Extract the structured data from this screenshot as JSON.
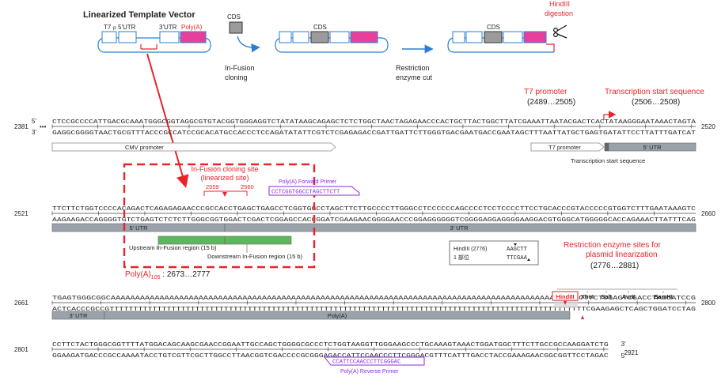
{
  "colors": {
    "red": "#e8242a",
    "purple": "#8a2be2",
    "pink": "#e8409a",
    "green": "#5cb85c",
    "blue": "#2a7fd4",
    "gray": "#9aa3ab",
    "dark": "#222222"
  },
  "top": {
    "title": "Linearized Template Vector",
    "t7": "T7",
    "p": "p",
    "utr5": "5'UTR",
    "utr3": "3'UTR",
    "polya": "Poly(A)",
    "cds1": "CDS",
    "cds2": "CDS",
    "cds3": "CDS",
    "infusion1": "In-Fusion",
    "infusion2": "cloning",
    "restriction1": "Restriction",
    "restriction2": "enzyme cut",
    "hind1": "HindIII",
    "hind2": "digestion"
  },
  "blocks": [
    {
      "start": "2381",
      "end": "2520",
      "five": "5'",
      "three": "3'",
      "dots": "•••",
      "top_seq": "CTCCGCCCCATTGACGCAAATGGGCGGTAGGCGTGTACGGTGGGAGGTCTATATAAGCAGAGCTCTCTGGCTAACTAGAGAACCCACTGCTTACTGGCTTATCGAAATTAATACGACTCACTATAAGGGAATAAACTAGTA",
      "bot_seq": "GAGGCGGGGTAACTGCGTTTACCCGCCATCCGCACATGCCACCCTCCAGATATATTCGTCTCGAGAGACCGATTGATTCTTGGGTGACGAATGACCGAATAGCTTTAATTATGCTGAGTGATATTCCTTATTTGATCAT",
      "features": [
        "CMV promoter",
        "T7 promoter",
        "5' UTR",
        "Transcription start sequence"
      ],
      "annotations": {
        "t7_title": "T7 promoter",
        "t7_range": "(2489…2505)",
        "tss_title": "Transcription start sequence",
        "tss_range": "(2506…2508)"
      }
    },
    {
      "start": "2521",
      "end": "2660",
      "top_seq": "TTCTTCTGGTCCCCACAGACTCAGAGAGAACCCGCCACCTGAGCTGAGCCTCGGTGGCCTAGCTTCTTGCCCCTTGGGCCTCCCCCCAGCCCCTCCTCCCCTTCCTGCACCCGTACCCCCGTGGTCTTTGAATAAAGTC",
      "bot_seq": "AAGAAGACCAGGGGTGTCTGAGTCTCTCTTGGGCGGTGGACTCGACTCGGAGCCACCGGATCGAAGAACGGGGAACCCGGAGGGGGGTCGGGGAGGAGGGGAAGGACGTGGGCATGGGGGCACCAGAAACTTATTTCAG",
      "features": [
        "5' UTR",
        "3' UTR",
        "Upstream In-Fusion region (15 b)",
        "Downstream In-Fusion region (15 b)"
      ],
      "annotations": {
        "site_title": "In-Fusion cloning site",
        "site_sub": "(linearized site)",
        "left_pos": "2559",
        "right_pos": "2560",
        "primer_label": "Poly(A) Forward Primer",
        "primer_seq": "CCTCGGTGGCCTAGCTTCTT"
      }
    },
    {
      "start": "2661",
      "end": "2800",
      "top_seq": "TGAGTGGGCGGCAAAAAAAAAAAAAAAAAAAAAAAAAAAAAAAAAAAAAAAAAAAAAAAAAAAAAAAAAAAAAAAAAAAAAAAAAAAAAAAAAAAAAAAAAAAAAAAGCTTCTCGAGTCGACCTAGGATCCG",
      "bot_seq": "ACTCACCCGCCGTTTTTTTTTTTTTTTTTTTTTTTTTTTTTTTTTTTTTTTTTTTTTTTTTTTTTTTTTTTTTTTTTTTTTTTTTTTTTTTTTTTTTTTTTTTTTTTTTTTTCGAAGAGCTCAGCTGGATCCTAG",
      "features": [
        "3' UTR",
        "Poly(A)"
      ],
      "annotations": {
        "polya_prefix": "Poly(A)",
        "polya_sub": "105",
        "polya_range": " : 2673…2777",
        "hind_box_title": "HindIII  (2776)",
        "hind_box_sub": "1 部位",
        "hind_box_top": "AAGCTT",
        "hind_box_bot": "TTCGAA",
        "rs_title1": "Restriction enzyme sites for",
        "rs_title2": "plasmid linearization",
        "rs_range": "(2776…2881)",
        "enzymes": [
          "HindIII",
          "XhoI",
          "SalI",
          "AvrII",
          "BamHI"
        ]
      }
    },
    {
      "start": "2801",
      "end": "2921",
      "three_end": "3'",
      "five_end": "5'",
      "top_seq": "CCTTCTACTGGGCGGTTTTATGGACAGCAAGCGAACCGGAATTGCCAGCTGGGGCGCCCTCTGGTAAGGTTGGGAAGCCCTGCAAAGTAAACTGGATGGCTTTCTTGCCGCCAAGGATCTG",
      "bot_seq": "GGAAGATGACCCGCCAAAATACCTGTCGTTCGCTTGGCCTTAACGGTCGACCCCGCGGGAGACCATTCCAACCCTTCGGGACGTTTCATTTGACCTACCGAAAGAACGGCGGTTCCTAGAC",
      "features": [],
      "annotations": {
        "primer_label": "Poly(A) Reverse Primer",
        "primer_seq": "CCATTCCAACCCTTCGGGAC"
      }
    }
  ]
}
